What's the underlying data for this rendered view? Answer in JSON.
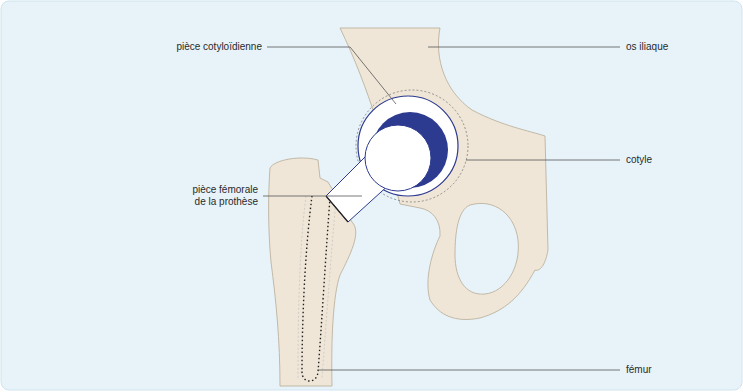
{
  "diagram": {
    "labels": [
      "pièce cotyloïdienne",
      "os iliaque",
      "cotyle",
      "pièce fémorale de la prothèse",
      "fémur"
    ]
  }
}
